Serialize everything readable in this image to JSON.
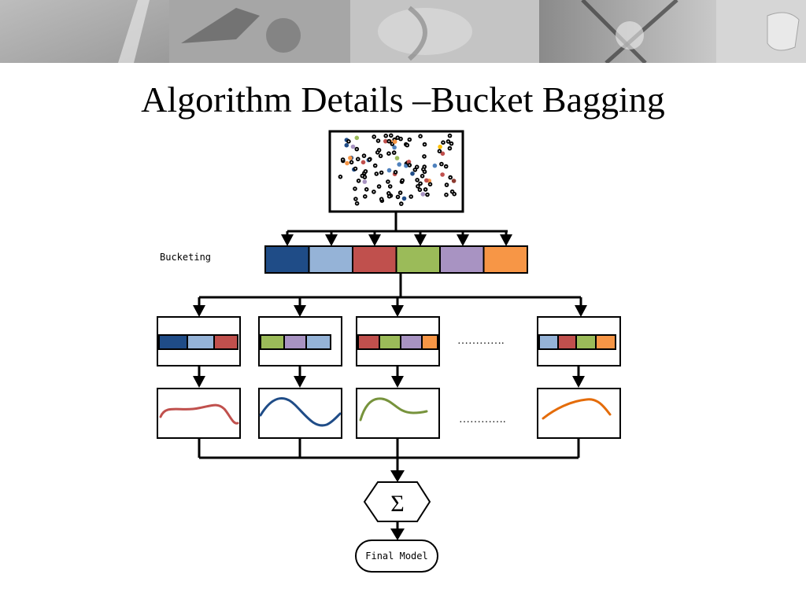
{
  "slide": {
    "title": "Algorithm Details –Bucket Bagging"
  },
  "diagram": {
    "bucketing_label": "Bucketing",
    "ellipsis": "………….",
    "sum_symbol": "Σ",
    "final_model_label": "Final Model"
  },
  "colors": {
    "bucket_colors": [
      "#1f4c87",
      "#95b3d7",
      "#c0504d",
      "#9bbb59",
      "#a893c2",
      "#f79646"
    ],
    "curve_colors": [
      "#c0504d",
      "#1f4c87",
      "#77933c",
      "#e46c0a"
    ],
    "banner_gray": "#c8c8c8"
  }
}
